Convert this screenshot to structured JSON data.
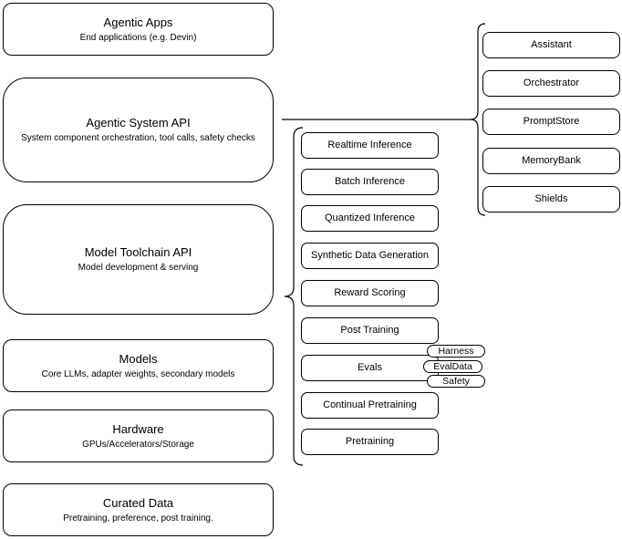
{
  "left_stack": [
    {
      "title": "Agentic Apps",
      "subtitle": "End applications (e.g. Devin)"
    },
    {
      "title": "Agentic System API",
      "subtitle": "System component orchestration, tool calls, safety checks"
    },
    {
      "title": "Model Toolchain API",
      "subtitle": "Model development & serving"
    },
    {
      "title": "Models",
      "subtitle": "Core LLMs, adapter weights, secondary models"
    },
    {
      "title": "Hardware",
      "subtitle": "GPUs/Accelerators/Storage"
    },
    {
      "title": "Curated Data",
      "subtitle": "Pretraining, preference, post training."
    }
  ],
  "toolchain": {
    "items": [
      "Realtime Inference",
      "Batch Inference",
      "Quantized Inference",
      "Synthetic Data Generation",
      "Reward Scoring",
      "Post Training",
      "Evals",
      "Continual Pretraining",
      "Pretraining"
    ]
  },
  "eval_badges": [
    "Harness",
    "EvalData",
    "Safety"
  ],
  "components": [
    "Assistant",
    "Orchestrator",
    "PromptStore",
    "MemoryBank",
    "Shields"
  ],
  "colors": {
    "stroke": "#000000",
    "fill": "#ffffff",
    "text": "#000000"
  }
}
